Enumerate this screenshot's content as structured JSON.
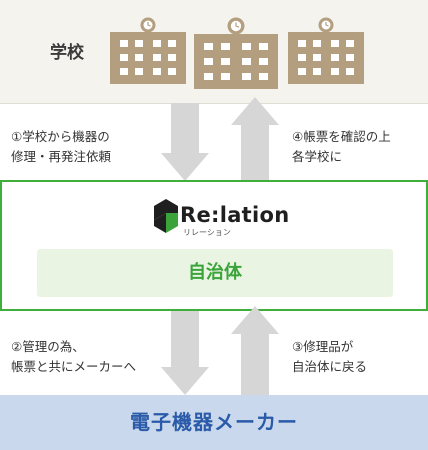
{
  "school": {
    "label": "学校"
  },
  "steps": {
    "s1": [
      "①学校から機器の",
      "修理・再発注依頼"
    ],
    "s4": [
      "④帳票を確認の上",
      "各学校に"
    ],
    "s2": [
      "②管理の為、",
      "帳票と共にメーカーへ"
    ],
    "s3": [
      "③修理品が",
      "自治体に戻る"
    ]
  },
  "relation": {
    "name": "Re:lation",
    "kana": "リレーション"
  },
  "municipality": {
    "label": "自治体"
  },
  "maker": {
    "label": "電子機器メーカー"
  },
  "colors": {
    "school_bg": "#f5f3ee",
    "building": "#b39e80",
    "arrow": "#d6d6d6",
    "relation_border": "#3fae3a",
    "municipality_bg": "#e9f5e2",
    "municipality_text": "#3aa33a",
    "maker_bg": "#c9d8ed",
    "maker_text": "#2a5aa8"
  }
}
